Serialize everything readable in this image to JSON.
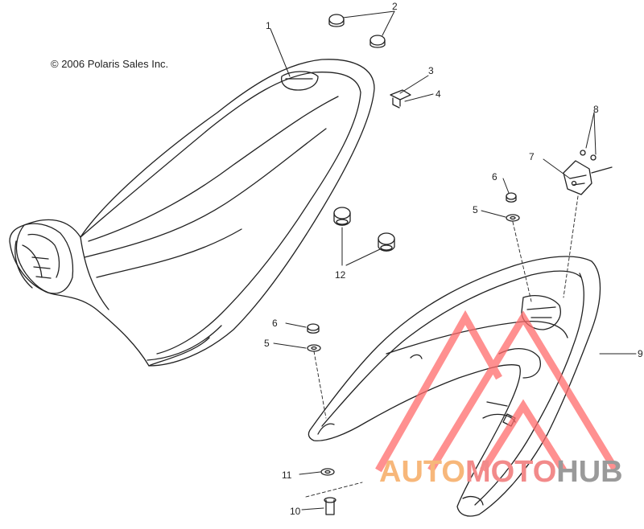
{
  "copyright": "© 2006 Polaris Sales Inc.",
  "callouts": [
    "1",
    "2",
    "3",
    "4",
    "5",
    "6",
    "7",
    "8",
    "9",
    "10",
    "11",
    "12",
    "5",
    "6"
  ],
  "watermark": {
    "part1": "AUTO",
    "part2": "MOTO",
    "part3": "HUB",
    "colors": {
      "part1": "#f7b77a",
      "part2": "#f28a8a",
      "part3": "#9a9a9a",
      "logo": "#ff6b6b"
    }
  }
}
